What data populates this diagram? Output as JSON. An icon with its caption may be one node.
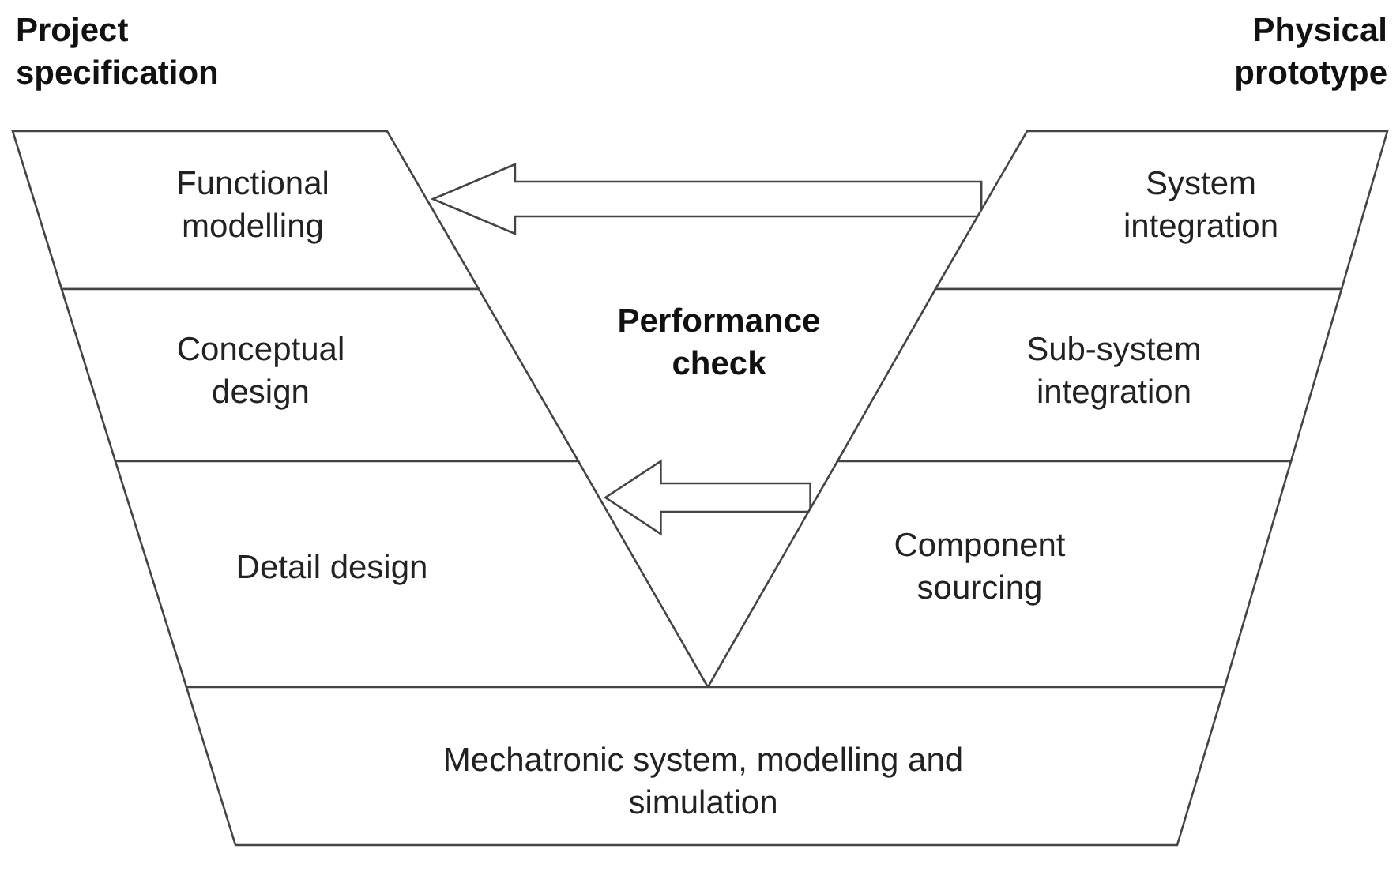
{
  "diagram": {
    "nodes": [
      {
        "text": [
          "Functional modelling"
        ]
      },
      {
        "text": [
          "Conceptual design"
        ]
      },
      {
        "text": [
          "Detail design"
        ]
      },
      {
        "text": [
          "System integration"
        ]
      },
      {
        "text": [
          "Sub-system integration"
        ]
      },
      {
        "text": [
          "Component sourcing"
        ]
      },
      {
        "text": [
          "Mechatronic system, modelling and simulation"
        ]
      }
    ],
    "edges": [
      {
        "from": 3,
        "to": 0,
        "arrow": "to"
      },
      {
        "from": 5,
        "to": 2,
        "arrow": "to"
      }
    ],
    "labels": [
      "Project specification",
      "Physical prototype",
      "Performance check"
    ]
  }
}
